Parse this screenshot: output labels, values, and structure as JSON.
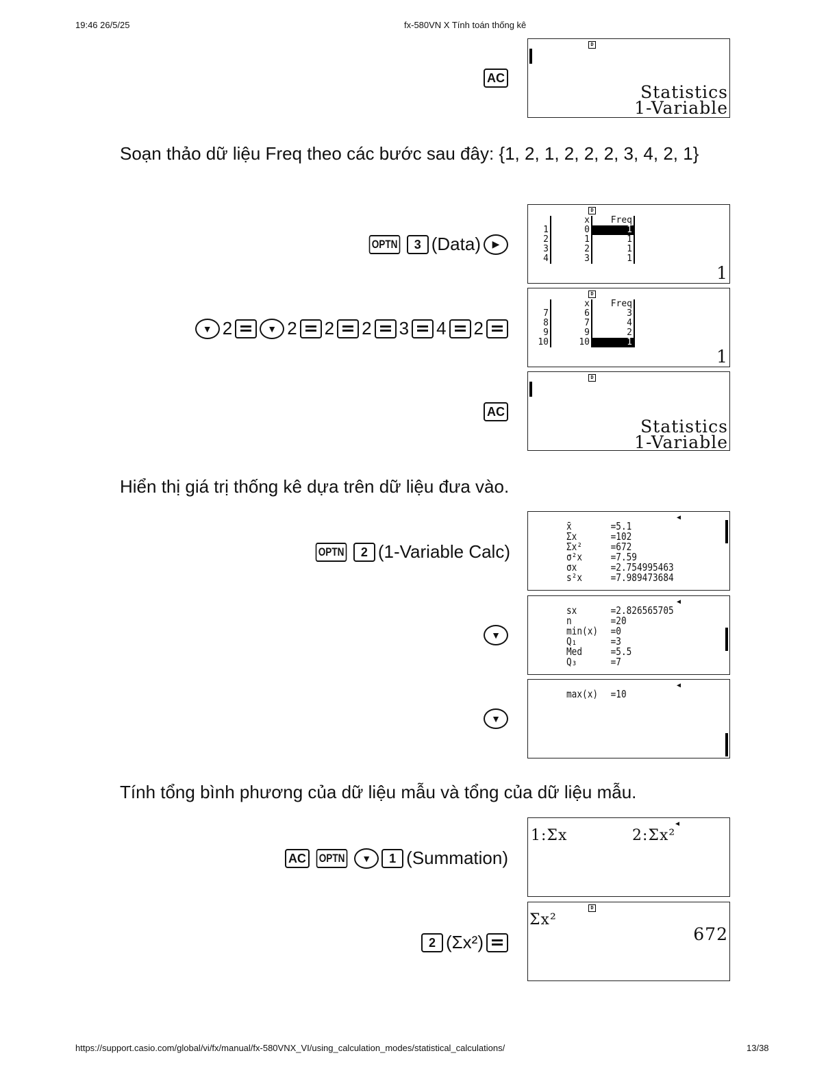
{
  "header": {
    "datetime": "19:46 26/5/25",
    "title": "fx-580VN X Tính toán thống kê"
  },
  "footer": {
    "url": "https://support.casio.com/global/vi/fx/manual/fx-580VNX_VI/using_calculation_modes/statistical_calculations/",
    "page": "13/38"
  },
  "paragraphs": [
    "Soạn thảo dữ liệu Freq theo các bước sau đây: {1, 2, 1, 2, 2, 2, 3, 4, 2, 1}",
    "Hiển thị giá trị thống kê dựa trên dữ liệu đưa vào.",
    "Tính tổng bình phương của dữ liệu mẫu và tổng của dữ liệu mẫu."
  ],
  "steps": [
    [
      {
        "t": "key",
        "v": "AC"
      }
    ],
    [
      {
        "t": "optn",
        "v": "OPTN"
      },
      {
        "t": "key",
        "v": "3"
      },
      {
        "t": "text",
        "v": "(Data)"
      },
      {
        "t": "right"
      }
    ],
    [
      {
        "t": "down"
      },
      {
        "t": "text",
        "v": "2"
      },
      {
        "t": "eq"
      },
      {
        "t": "down"
      },
      {
        "t": "text",
        "v": "2"
      },
      {
        "t": "eq"
      },
      {
        "t": "text",
        "v": "2"
      },
      {
        "t": "eq"
      },
      {
        "t": "text",
        "v": "2"
      },
      {
        "t": "eq"
      },
      {
        "t": "text",
        "v": "3"
      },
      {
        "t": "eq"
      },
      {
        "t": "text",
        "v": "4"
      },
      {
        "t": "eq"
      },
      {
        "t": "text",
        "v": "2"
      },
      {
        "t": "eq"
      }
    ],
    [
      {
        "t": "key",
        "v": "AC"
      }
    ],
    [
      {
        "t": "optn",
        "v": "OPTN"
      },
      {
        "t": "key",
        "v": "2"
      },
      {
        "t": "text",
        "v": "(1-Variable Calc)"
      }
    ],
    [
      {
        "t": "down"
      }
    ],
    [
      {
        "t": "down"
      }
    ],
    [
      {
        "t": "key",
        "v": "AC"
      },
      {
        "t": "optn",
        "v": "OPTN"
      },
      {
        "t": "down"
      },
      {
        "t": "key",
        "v": "1"
      },
      {
        "t": "text",
        "v": "(Summation)"
      }
    ],
    [
      {
        "t": "key",
        "v": "2"
      },
      {
        "t": "text",
        "v": "(Σx²)"
      },
      {
        "t": "eq"
      }
    ]
  ],
  "screens": {
    "statistics": {
      "d": "D",
      "line1": "Statistics",
      "line2": "1-Variable"
    },
    "table1": {
      "d": "D",
      "col_x": "x",
      "col_freq": "Freq",
      "rows": [
        [
          "1",
          "0",
          "1"
        ],
        [
          "2",
          "1",
          "1"
        ],
        [
          "3",
          "2",
          "1"
        ],
        [
          "4",
          "3",
          "1"
        ]
      ],
      "entry": "1"
    },
    "table2": {
      "d": "D",
      "col_x": "x",
      "col_freq": "Freq",
      "rows": [
        [
          "7",
          "6",
          "3"
        ],
        [
          "8",
          "7",
          "4"
        ],
        [
          "9",
          "9",
          "2"
        ],
        [
          "10",
          "10",
          "1"
        ]
      ],
      "entry": "1"
    },
    "stats1": [
      [
        "x̄",
        "=5.1"
      ],
      [
        "Σx",
        "=102"
      ],
      [
        "Σx²",
        "=672"
      ],
      [
        "σ²x",
        "=7.59"
      ],
      [
        "σx",
        "=2.754995463"
      ],
      [
        "s²x",
        "=7.989473684"
      ]
    ],
    "stats2": [
      [
        "sx",
        "=2.826565705"
      ],
      [
        "n",
        "=20"
      ],
      [
        "min(x)",
        "=0"
      ],
      [
        "Q₁",
        "=3"
      ],
      [
        "Med",
        "=5.5"
      ],
      [
        "Q₃",
        "=7"
      ]
    ],
    "stats3": [
      [
        "max(x)",
        "=10"
      ]
    ],
    "menu": {
      "item1": "1:Σx",
      "item2": "2:Σx²"
    },
    "result": {
      "d": "D",
      "expr": "Σx²",
      "value": "672"
    }
  }
}
